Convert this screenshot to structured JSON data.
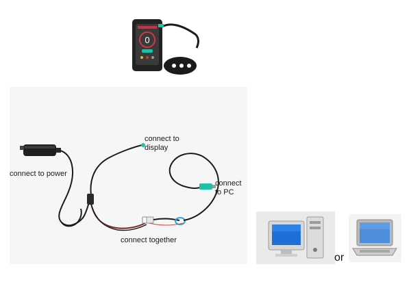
{
  "labels": {
    "display": "connect to\ndisplay",
    "power": "connect to power",
    "pc": "connect\nto PC",
    "together": "connect together",
    "or": "or"
  },
  "icons": {
    "display_device": "ebike-display-icon",
    "adapter": "power-adapter-icon",
    "desktop": "desktop-computer-icon",
    "laptop": "laptop-icon"
  },
  "colors": {
    "cable": "#1b1b1b",
    "connector_green": "#1fc0a6",
    "screen_blue": "#1f6fd6",
    "panel_bg": "#f6f6f6"
  }
}
